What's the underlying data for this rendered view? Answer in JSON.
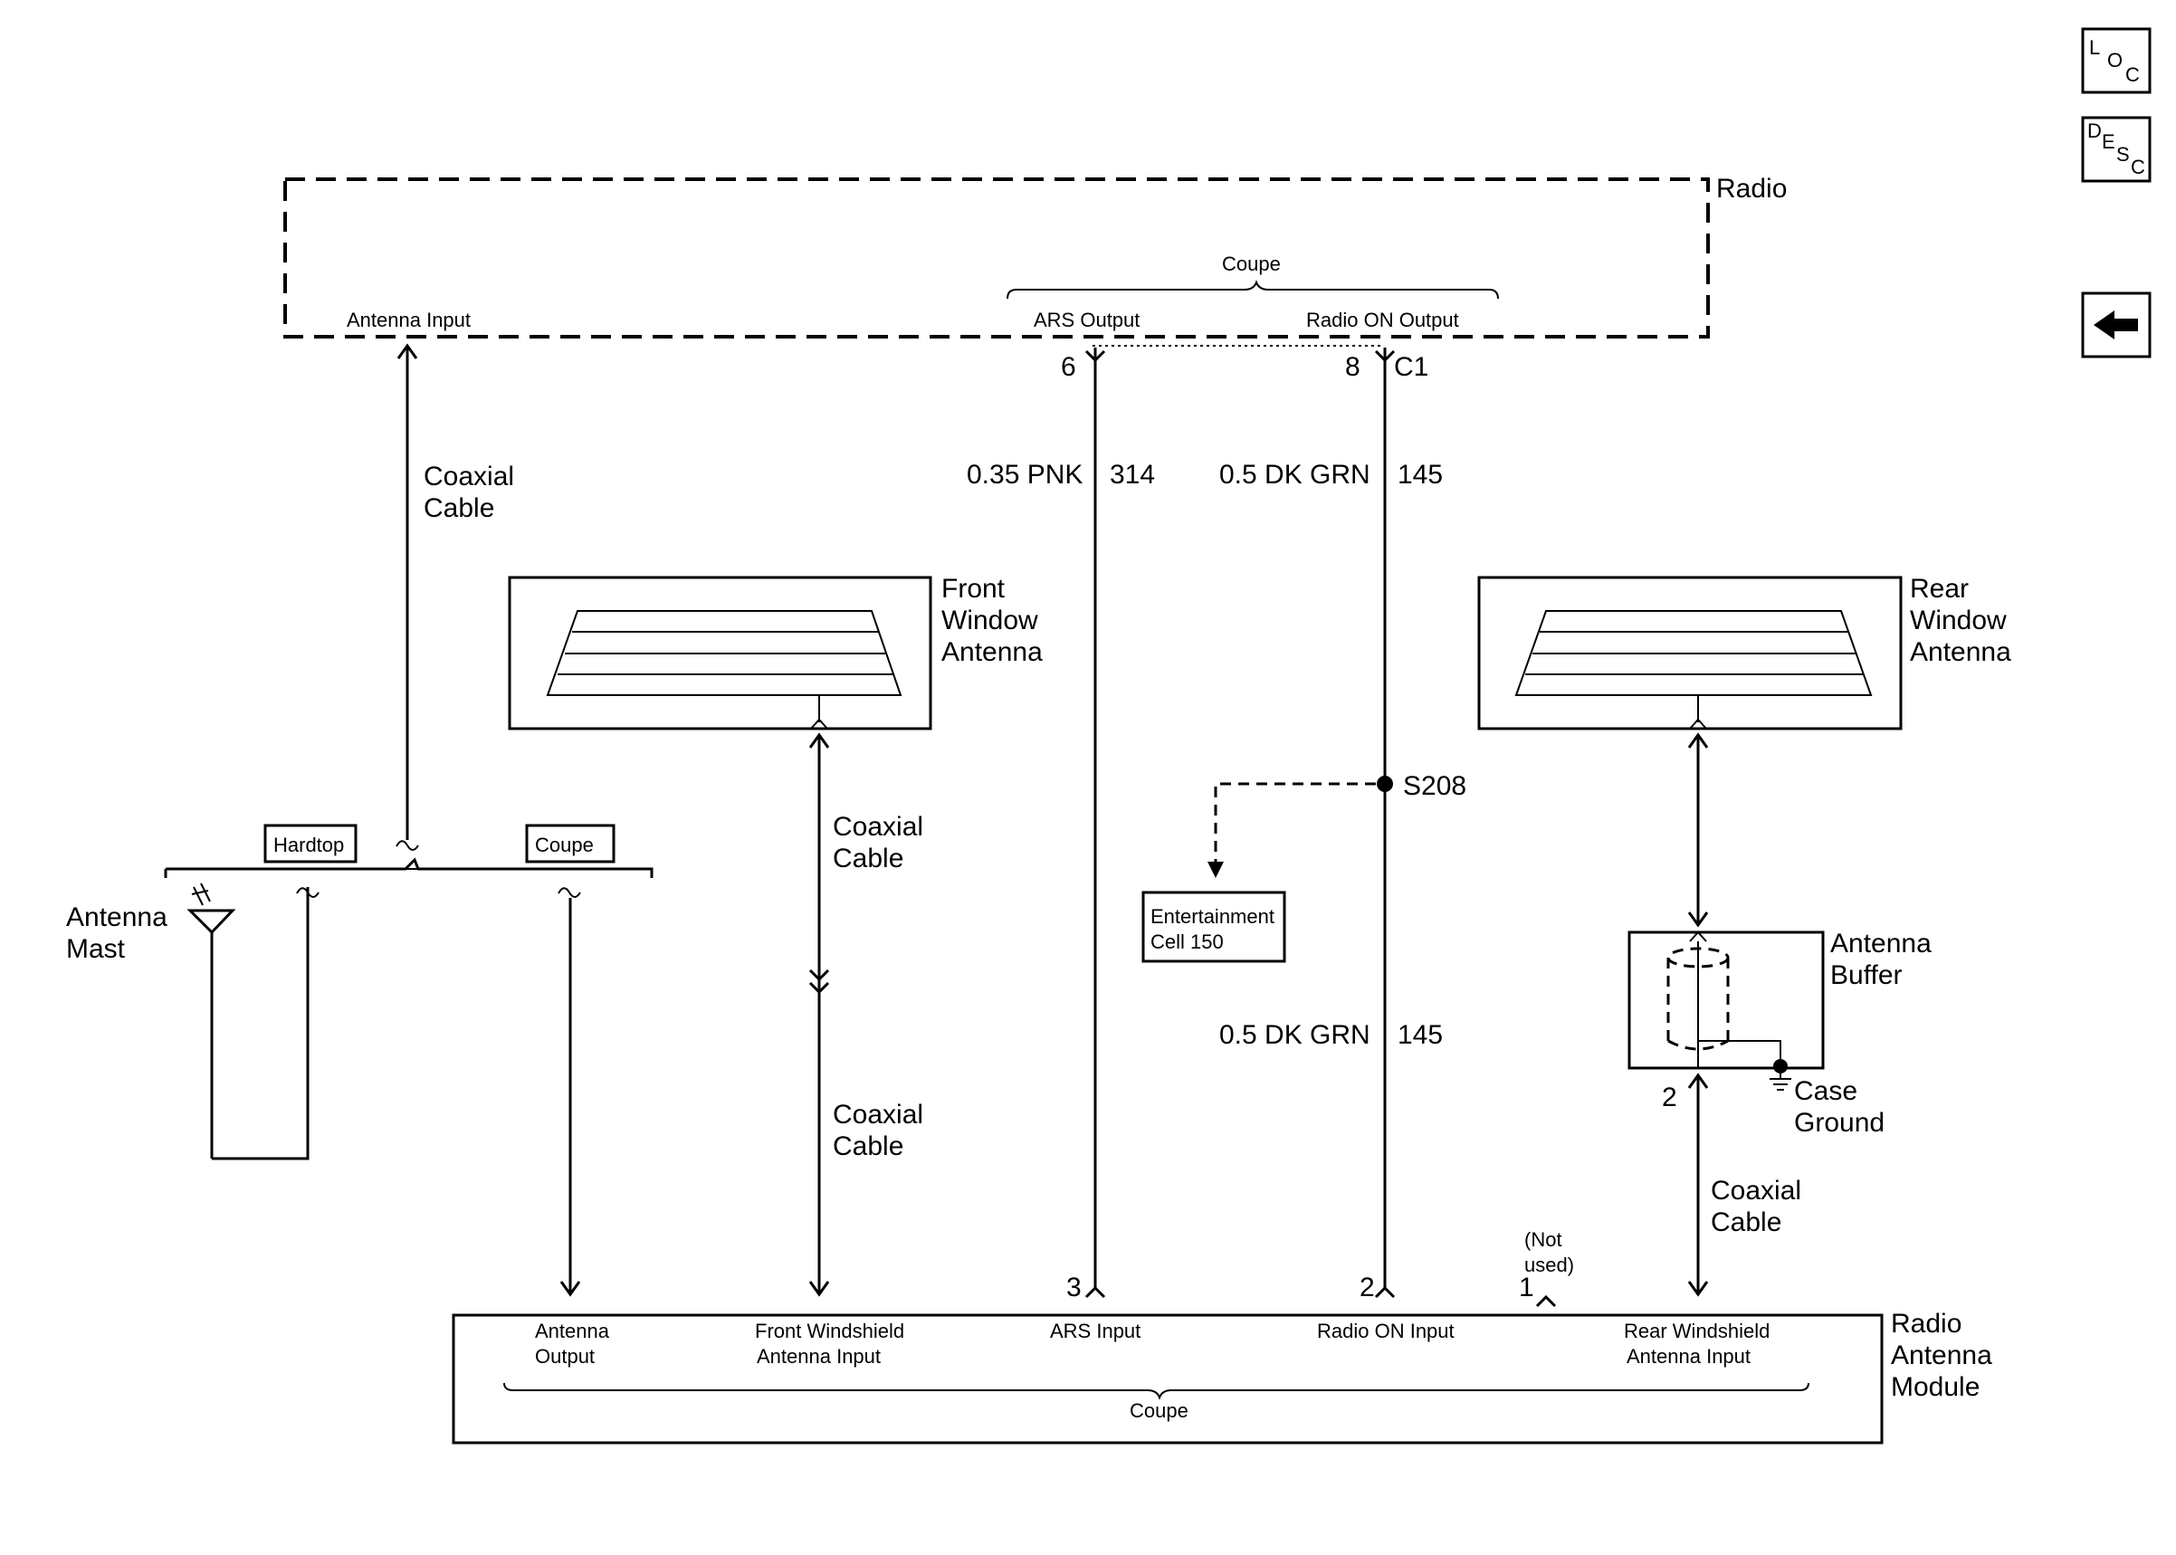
{
  "nav": {
    "loc": [
      "L",
      "O",
      "C"
    ],
    "desc": [
      "D",
      "E",
      "S",
      "C"
    ],
    "back_icon": "arrow-left-icon"
  },
  "radio": {
    "name": "Radio",
    "coupe": "Coupe",
    "antenna_input": "Antenna Input",
    "ars_output": "ARS Output",
    "radio_on_output": "Radio ON Output",
    "pin_ars": "6",
    "pin_on": "8",
    "connector": "C1"
  },
  "wires": {
    "pnk_gauge": "0.35 PNK",
    "pnk_circuit": "314",
    "grn_gauge_top": "0.5 DK GRN",
    "grn_circuit_top": "145",
    "grn_gauge_bottom": "0.5 DK GRN",
    "grn_circuit_bottom": "145",
    "splice": "S208"
  },
  "cables": {
    "coaxial_radio": [
      "Coaxial",
      "Cable"
    ],
    "coaxial_front_top": [
      "Coaxial",
      "Cable"
    ],
    "coaxial_front_bottom": [
      "Coaxial",
      "Cable"
    ],
    "coaxial_rear": [
      "Coaxial",
      "Cable"
    ]
  },
  "front_antenna": [
    "Front",
    "Window",
    "Antenna"
  ],
  "rear_antenna": [
    "Rear",
    "Window",
    "Antenna"
  ],
  "antenna_mast": [
    "Antenna",
    "Mast"
  ],
  "hardtop": "Hardtop",
  "coupe_tag": "Coupe",
  "entertainment": [
    "Entertainment",
    "Cell 150"
  ],
  "buffer": {
    "name": [
      "Antenna",
      "Buffer"
    ],
    "pin": "2",
    "ground": [
      "Case",
      "Ground"
    ]
  },
  "not_used": [
    "(Not",
    "used)"
  ],
  "module": {
    "name": [
      "Radio",
      "Antenna",
      "Module"
    ],
    "antenna_output": [
      "Antenna",
      "Output"
    ],
    "front_input": [
      "Front Windshield",
      "Antenna Input"
    ],
    "ars_input": "ARS Input",
    "radio_on_input": "Radio ON Input",
    "rear_input": [
      "Rear Windshield",
      "Antenna Input"
    ],
    "coupe": "Coupe",
    "pin_ars": "3",
    "pin_on": "2",
    "pin_unused": "1"
  }
}
